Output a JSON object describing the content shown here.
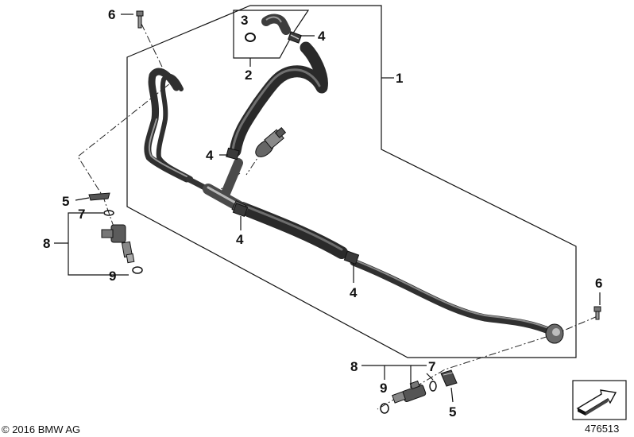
{
  "callouts": {
    "c1": "1",
    "c2": "2",
    "c3": "3",
    "c4a": "4",
    "c4b": "4",
    "c4c": "4",
    "c4d": "4",
    "c5a": "5",
    "c5b": "5",
    "c6a": "6",
    "c6b": "6",
    "c7a": "7",
    "c7b": "7",
    "c8a": "8",
    "c8b": "8",
    "c9a": "9",
    "c9b": "9"
  },
  "footer": {
    "copyright": "© 2016 BMW AG",
    "diagram_number": "476513"
  },
  "icons": {
    "nav": "arrow-navigation-icon"
  }
}
